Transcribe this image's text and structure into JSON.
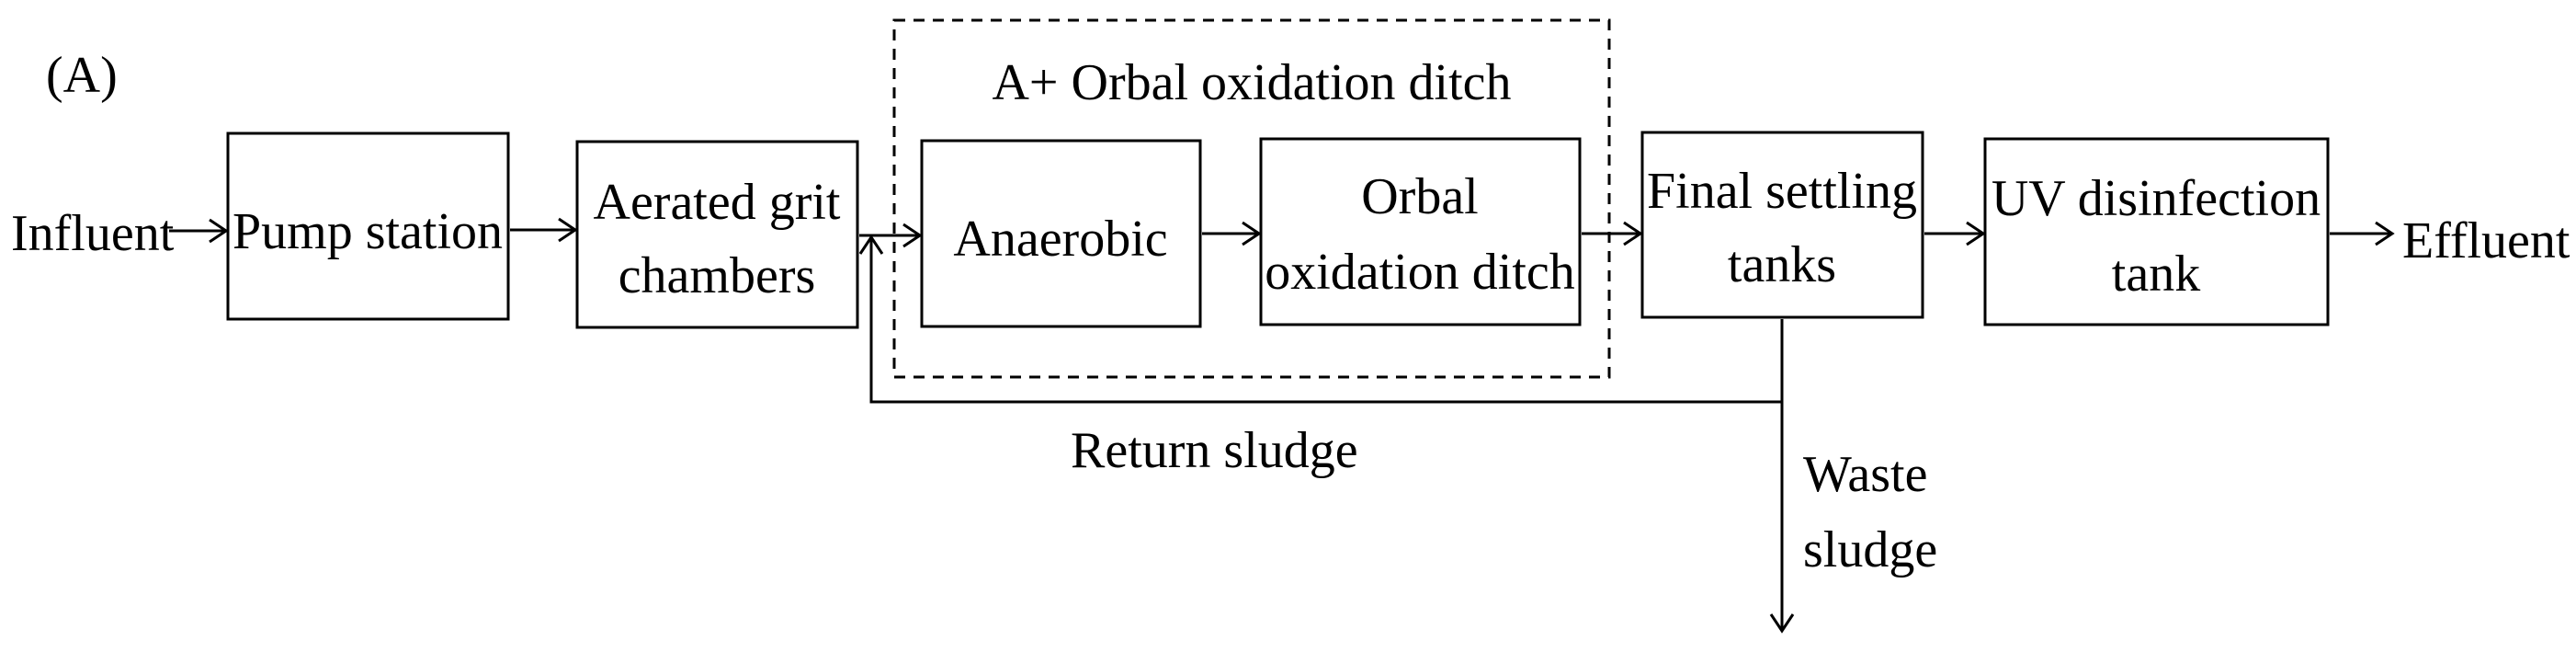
{
  "panel_label": "(A)",
  "group_title": "A+ Orbal oxidation ditch",
  "inputs": {
    "influent": "Influent"
  },
  "outputs": {
    "effluent": "Effluent"
  },
  "boxes": {
    "pump_station": [
      "Pump station"
    ],
    "aerated_grit": [
      "Aerated grit",
      "chambers"
    ],
    "anaerobic": [
      "Anaerobic"
    ],
    "orbal_ditch": [
      "Orbal",
      "oxidation ditch"
    ],
    "final_settling": [
      "Final settling",
      "tanks"
    ],
    "uv_tank": [
      "UV disinfection",
      "tank"
    ]
  },
  "flows": {
    "return_sludge": "Return sludge",
    "waste_sludge": [
      "Waste",
      "sludge"
    ]
  }
}
